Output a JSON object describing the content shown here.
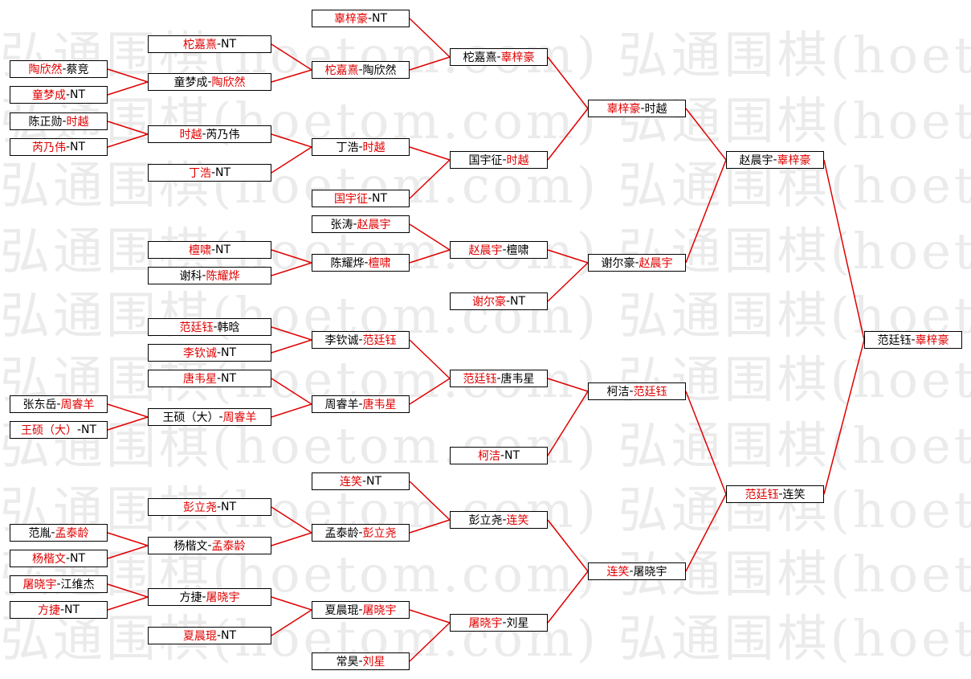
{
  "watermark": "弘通围棋(hoetom.com)",
  "colors": {
    "winner": "#e00000",
    "loser": "#000000",
    "line": "#e00000",
    "border": "#000000"
  },
  "nodes": [
    {
      "id": "r1_1",
      "p1": "陶欣然",
      "p2": "蔡竞",
      "winner": 1
    },
    {
      "id": "r1_2",
      "p1": "童梦成",
      "p2": "NT",
      "winner": 1
    },
    {
      "id": "r1_3",
      "p1": "陈正勋",
      "p2": "时越",
      "winner": 2
    },
    {
      "id": "r1_4",
      "p1": "芮乃伟",
      "p2": "NT",
      "winner": 1
    },
    {
      "id": "r1_5",
      "p1": "张东岳",
      "p2": "周睿羊",
      "winner": 2
    },
    {
      "id": "r1_6",
      "p1": "王硕（大）",
      "p2": "NT",
      "winner": 1
    },
    {
      "id": "r1_7",
      "p1": "范胤",
      "p2": "孟泰龄",
      "winner": 2
    },
    {
      "id": "r1_8",
      "p1": "杨楷文",
      "p2": "NT",
      "winner": 1
    },
    {
      "id": "r1_9",
      "p1": "屠晓宇",
      "p2": "江维杰",
      "winner": 1
    },
    {
      "id": "r1_10",
      "p1": "方捷",
      "p2": "NT",
      "winner": 1
    },
    {
      "id": "r2_1",
      "p1": "柁嘉熹",
      "p2": "NT",
      "winner": 1
    },
    {
      "id": "r2_2",
      "p1": "童梦成",
      "p2": "陶欣然",
      "winner": 2
    },
    {
      "id": "r2_3",
      "p1": "时越",
      "p2": "芮乃伟",
      "winner": 1
    },
    {
      "id": "r2_4",
      "p1": "丁浩",
      "p2": "NT",
      "winner": 1
    },
    {
      "id": "r2_5",
      "p1": "檀啸",
      "p2": "NT",
      "winner": 1
    },
    {
      "id": "r2_6",
      "p1": "谢科",
      "p2": "陈耀烨",
      "winner": 2
    },
    {
      "id": "r2_7",
      "p1": "范廷钰",
      "p2": "韩晗",
      "winner": 1
    },
    {
      "id": "r2_8",
      "p1": "李钦诚",
      "p2": "NT",
      "winner": 1
    },
    {
      "id": "r2_9",
      "p1": "唐韦星",
      "p2": "NT",
      "winner": 1
    },
    {
      "id": "r2_10",
      "p1": "王硕（大）",
      "p2": "周睿羊",
      "winner": 2
    },
    {
      "id": "r2_11",
      "p1": "彭立尧",
      "p2": "NT",
      "winner": 1
    },
    {
      "id": "r2_12",
      "p1": "杨楷文",
      "p2": "孟泰龄",
      "winner": 2
    },
    {
      "id": "r2_13",
      "p1": "方捷",
      "p2": "屠晓宇",
      "winner": 2
    },
    {
      "id": "r2_14",
      "p1": "夏晨琨",
      "p2": "NT",
      "winner": 1
    },
    {
      "id": "r3_1",
      "p1": "辜梓豪",
      "p2": "NT",
      "winner": 1
    },
    {
      "id": "r3_2",
      "p1": "柁嘉熹",
      "p2": "陶欣然",
      "winner": 1
    },
    {
      "id": "r3_3",
      "p1": "丁浩",
      "p2": "时越",
      "winner": 2
    },
    {
      "id": "r3_4",
      "p1": "国宇征",
      "p2": "NT",
      "winner": 1
    },
    {
      "id": "r3_5",
      "p1": "张涛",
      "p2": "赵晨宇",
      "winner": 2
    },
    {
      "id": "r3_6",
      "p1": "陈耀烨",
      "p2": "檀啸",
      "winner": 2
    },
    {
      "id": "r3_7",
      "p1": "李钦诚",
      "p2": "范廷钰",
      "winner": 2
    },
    {
      "id": "r3_8",
      "p1": "周睿羊",
      "p2": "唐韦星",
      "winner": 2
    },
    {
      "id": "r3_9",
      "p1": "连笑",
      "p2": "NT",
      "winner": 1
    },
    {
      "id": "r3_10",
      "p1": "孟泰龄",
      "p2": "彭立尧",
      "winner": 2
    },
    {
      "id": "r3_11",
      "p1": "夏晨琨",
      "p2": "屠晓宇",
      "winner": 2
    },
    {
      "id": "r3_12",
      "p1": "常昊",
      "p2": "刘星",
      "winner": 2
    },
    {
      "id": "r4_1",
      "p1": "柁嘉熹",
      "p2": "辜梓豪",
      "winner": 2
    },
    {
      "id": "r4_2",
      "p1": "国宇征",
      "p2": "时越",
      "winner": 2
    },
    {
      "id": "r4_3",
      "p1": "赵晨宇",
      "p2": "檀啸",
      "winner": 1
    },
    {
      "id": "r4_4",
      "p1": "谢尔豪",
      "p2": "NT",
      "winner": 1
    },
    {
      "id": "r4_5",
      "p1": "范廷钰",
      "p2": "唐韦星",
      "winner": 1
    },
    {
      "id": "r4_6",
      "p1": "柯洁",
      "p2": "NT",
      "winner": 1
    },
    {
      "id": "r4_7",
      "p1": "彭立尧",
      "p2": "连笑",
      "winner": 2
    },
    {
      "id": "r4_8",
      "p1": "屠晓宇",
      "p2": "刘星",
      "winner": 1
    },
    {
      "id": "r5_1",
      "p1": "辜梓豪",
      "p2": "时越",
      "winner": 1
    },
    {
      "id": "r5_2",
      "p1": "谢尔豪",
      "p2": "赵晨宇",
      "winner": 2
    },
    {
      "id": "r5_3",
      "p1": "柯洁",
      "p2": "范廷钰",
      "winner": 2
    },
    {
      "id": "r5_4",
      "p1": "连笑",
      "p2": "屠晓宇",
      "winner": 1
    },
    {
      "id": "r6_1",
      "p1": "赵晨宇",
      "p2": "辜梓豪",
      "winner": 2
    },
    {
      "id": "r6_2",
      "p1": "范廷钰",
      "p2": "连笑",
      "winner": 1
    },
    {
      "id": "r7_1",
      "p1": "范廷钰",
      "p2": "辜梓豪",
      "winner": 2
    }
  ]
}
